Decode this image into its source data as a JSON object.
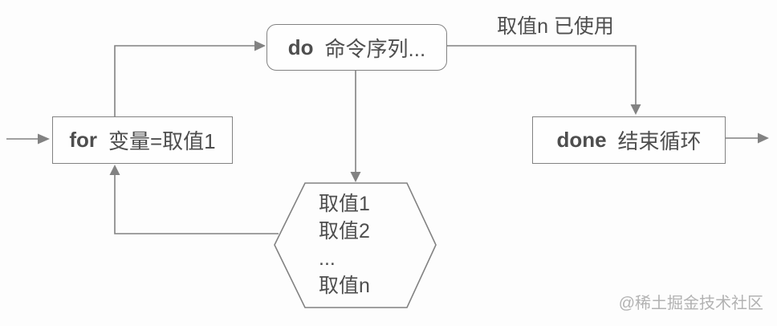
{
  "diagram": {
    "nodes": {
      "for_box": {
        "keyword": "for",
        "label": "变量=取值1"
      },
      "do_box": {
        "keyword": "do",
        "label": "命令序列..."
      },
      "done_box": {
        "keyword": "done",
        "label": "结束循环"
      },
      "values_hexagon": {
        "lines": [
          "取值1",
          "取值2",
          "...",
          "取值n"
        ]
      }
    },
    "edge_labels": {
      "value_used": "取值n 已使用"
    },
    "watermark": "@稀土掘金技术社区",
    "colors": {
      "line": "#828282",
      "text": "#4e4e4e",
      "watermark": "#b2b2b2",
      "background": "#fdfdfd"
    }
  }
}
